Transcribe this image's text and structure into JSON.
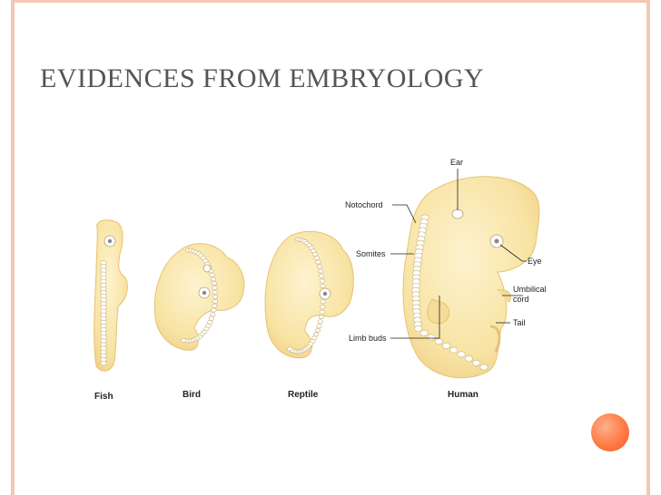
{
  "slide": {
    "title": "EVIDENCES FROM EMBRYOLOGY"
  },
  "figure": {
    "embryos": [
      {
        "name": "Fish"
      },
      {
        "name": "Bird"
      },
      {
        "name": "Reptile"
      },
      {
        "name": "Human"
      }
    ],
    "labels": {
      "ear": "Ear",
      "notochord": "Notochord",
      "somites": "Somites",
      "eye": "Eye",
      "umbilical_line1": "Umbilical",
      "umbilical_line2": "cord",
      "tail": "Tail",
      "limb_buds": "Limb buds"
    },
    "colors": {
      "embryo_fill": "#f8e3a3",
      "embryo_edge": "#e9c77a",
      "somite": "#ffffff",
      "accent_orb": "#ff7a45",
      "frame": "#f3c7b5"
    }
  }
}
